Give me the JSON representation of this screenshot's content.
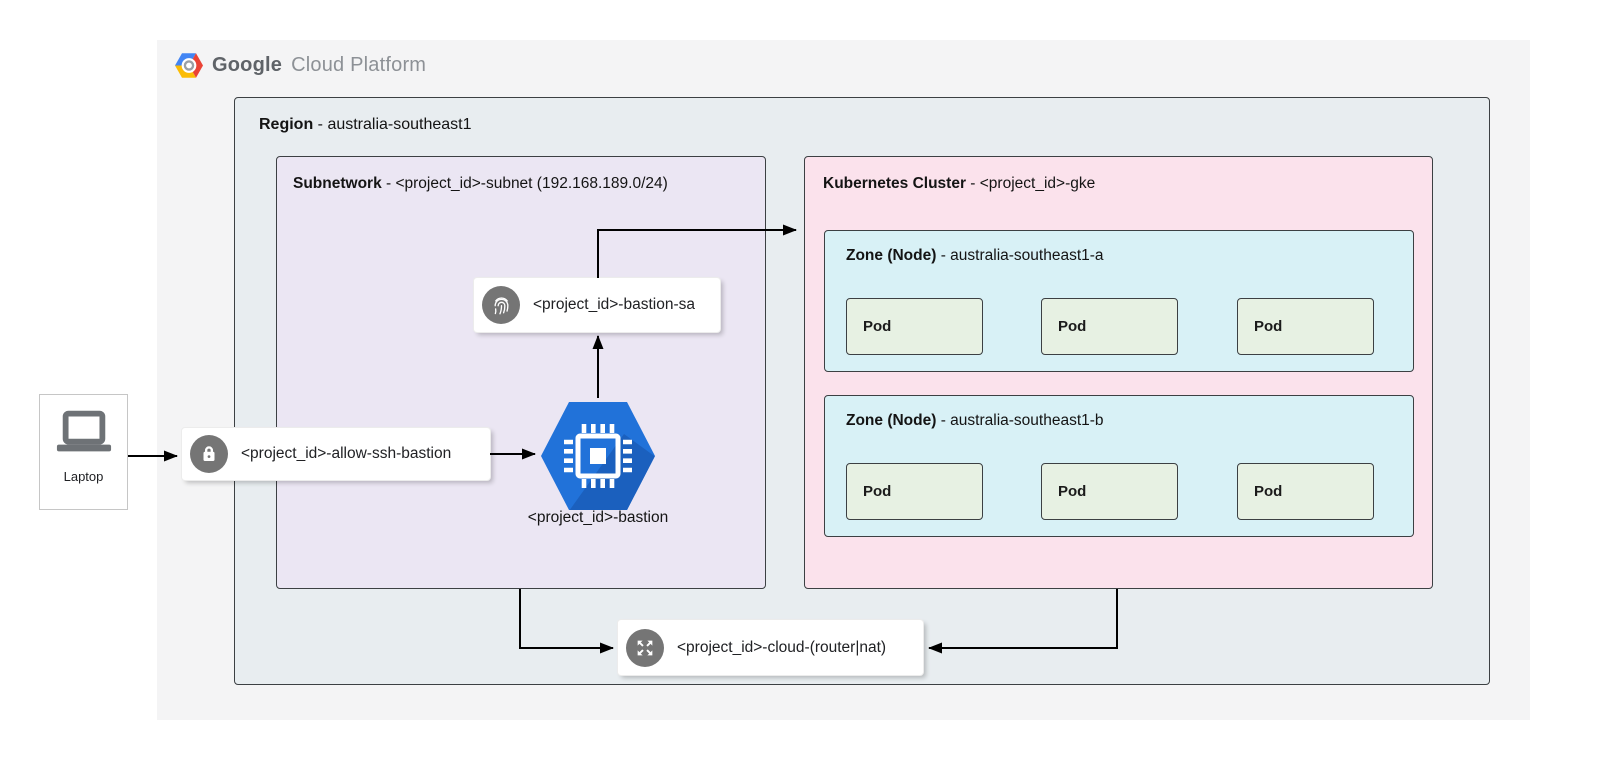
{
  "header": {
    "brand_bold": "Google",
    "brand_light": "Cloud Platform"
  },
  "region": {
    "label": "Region",
    "value": " - australia-southeast1"
  },
  "subnetwork": {
    "label": "Subnetwork",
    "value": " - <project_id>-subnet (192.168.189.0/24)"
  },
  "cluster": {
    "label": "Kubernetes Cluster",
    "value": " - <project_id>-gke"
  },
  "zones": [
    {
      "label": "Zone (Node)",
      "value": " - australia-southeast1-a",
      "pods": [
        "Pod",
        "Pod",
        "Pod"
      ]
    },
    {
      "label": "Zone (Node)",
      "value": " - australia-southeast1-b",
      "pods": [
        "Pod",
        "Pod",
        "Pod"
      ]
    }
  ],
  "laptop": {
    "label": "Laptop",
    "icon": "laptop-icon"
  },
  "firewall": {
    "label": "<project_id>-allow-ssh-bastion",
    "icon": "lock-icon"
  },
  "service_account": {
    "label": "<project_id>-bastion-sa",
    "icon": "fingerprint-icon"
  },
  "bastion": {
    "label": "<project_id>-bastion",
    "icon": "compute-engine-icon"
  },
  "router": {
    "label": "<project_id>-cloud-(router|nat)",
    "icon": "router-nat-icon"
  },
  "colors": {
    "platform_bg": "#f4f4f5",
    "region_bg": "#e8edf0",
    "subnet_bg": "#ebe6f3",
    "cluster_bg": "#fbe2ec",
    "zone_bg": "#d8f1f6",
    "pod_bg": "#e7f1e3",
    "border_dark": "#3c4043",
    "icon_gray": "#757575",
    "bastion_blue": "#2172d9",
    "bastion_blue_shadow": "#1b60be",
    "logo_blue": "#4285f4",
    "logo_red": "#ea4335",
    "logo_yellow": "#fbbc05",
    "arrow": "#000000"
  }
}
